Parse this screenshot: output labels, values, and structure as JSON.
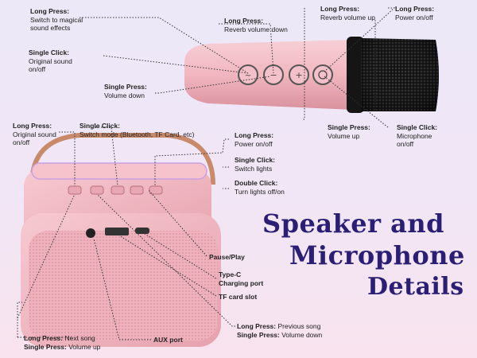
{
  "colors": {
    "title": "#2a1f74",
    "pink": "#f3b9c3",
    "pink_dark": "#d98f9c",
    "grille": "#1a1a1a",
    "leader": "#333333"
  },
  "title": {
    "line1": "Speaker and",
    "line2": "Microphone",
    "line3": "Details"
  },
  "labels": {
    "mic_lp_magic": {
      "k": "Long Press:",
      "v1": "Switch to magical",
      "v2": "sound effects"
    },
    "mic_sc_original": {
      "k": "Single Click:",
      "v1": "Original sound",
      "v2": "on/off"
    },
    "mic_sp_voldown": {
      "k": "Single Press:",
      "v1": "Volume down"
    },
    "mic_lp_revdown": {
      "k": "Long Press:",
      "v1": "Reverb volume down"
    },
    "mic_lp_revup": {
      "k": "Long Press:",
      "v1": "Reverb volume up"
    },
    "mic_lp_power": {
      "k": "Long Press:",
      "v1": "Power on/off"
    },
    "mic_sp_volup": {
      "k": "Single Press:",
      "v1": "Volume up"
    },
    "mic_sc_mic": {
      "k": "Single Click:",
      "v1": "Microphone",
      "v2": "on/off"
    },
    "spk_lp_original": {
      "k": "Long Press:",
      "v1": "Original sound",
      "v2": "on/off"
    },
    "spk_sc_mode": {
      "k": "Single Click:",
      "v1": "Switch mode (Bluetooth, TF Card, etc)"
    },
    "spk_lp_power": {
      "k": "Long Press:",
      "v1": "Power on/off"
    },
    "spk_sc_lights": {
      "k": "Single Click:",
      "v1": "Switch lights"
    },
    "spk_dc_lights": {
      "k": "Double Click:",
      "v1": "Turn lights off/on"
    },
    "pause_play": {
      "v1": "Pause/Play"
    },
    "typec": {
      "v1": "Type-C",
      "v2": "Charging port"
    },
    "tf_slot": {
      "v1": "TF card slot"
    },
    "aux": {
      "v1": "AUX port"
    },
    "next_song": {
      "k": "Long Press:",
      "v1": "Next song",
      "k2": "Single Press:",
      "v2": "Volume up"
    },
    "prev_song": {
      "k": "Long Press:",
      "v1": "Previous song",
      "k2": "Single Press:",
      "v2": "Volume down"
    }
  }
}
